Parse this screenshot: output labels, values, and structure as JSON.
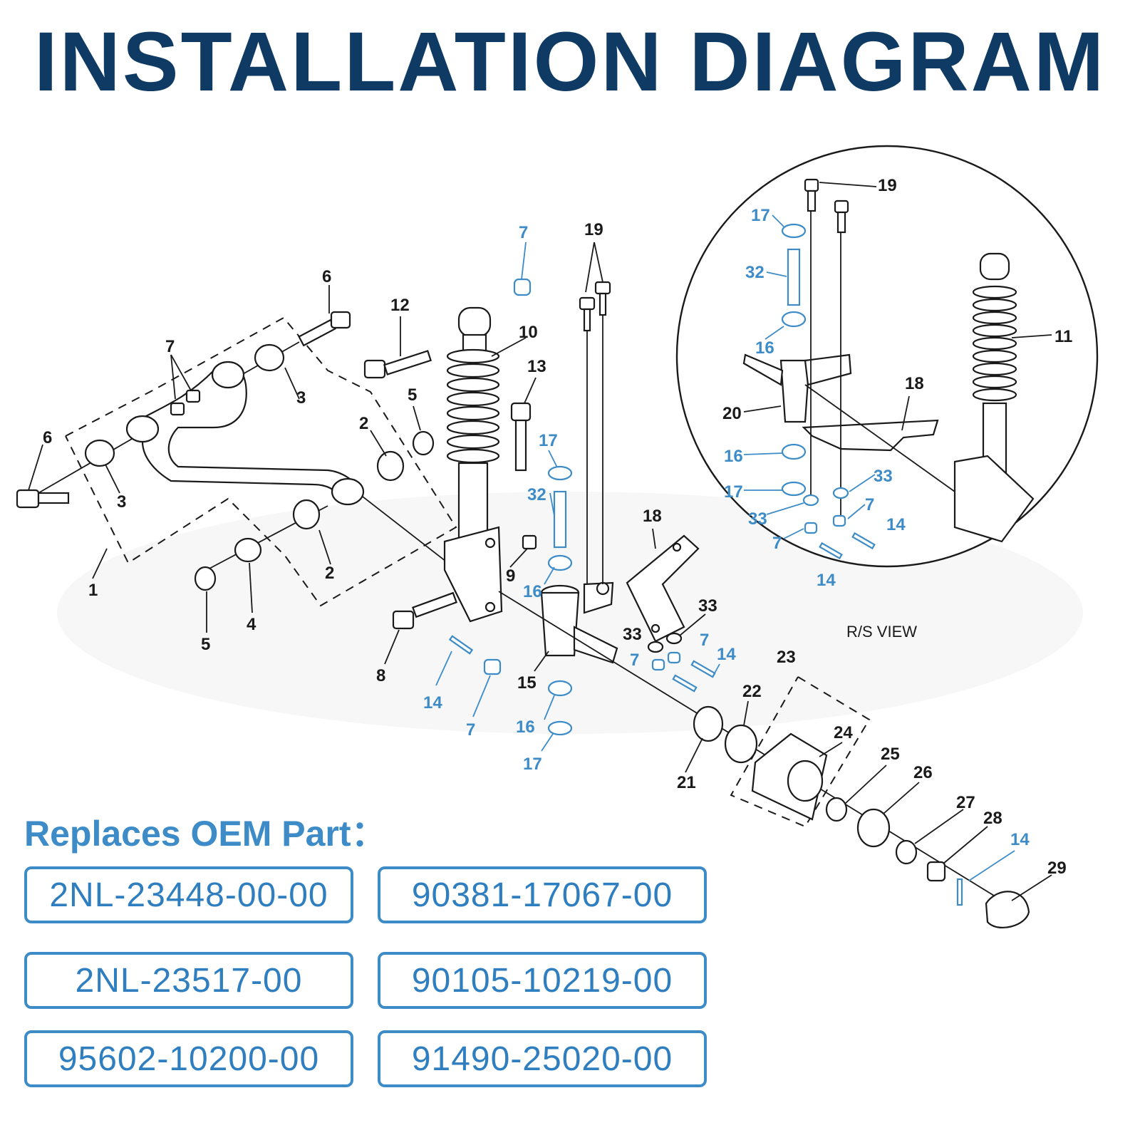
{
  "title": "INSTALLATION DIAGRAM",
  "replaces_label": "Replaces OEM Part：",
  "oem_parts": [
    "2NL-23448-00-00",
    "90381-17067-00",
    "2NL-23517-00",
    "90105-10219-00",
    "95602-10200-00",
    "91490-25020-00"
  ],
  "inset_caption": "R/S VIEW",
  "callouts_black": [
    "1",
    "2",
    "2",
    "3",
    "3",
    "4",
    "5",
    "5",
    "6",
    "6",
    "7",
    "8",
    "9",
    "10",
    "11",
    "12",
    "13",
    "15",
    "18",
    "18",
    "19",
    "19",
    "20",
    "21",
    "22",
    "23",
    "24",
    "25",
    "26",
    "27",
    "28",
    "29",
    "33",
    "33"
  ],
  "callouts_blue": [
    "7",
    "7",
    "7",
    "7",
    "7",
    "7",
    "14",
    "14",
    "14",
    "14",
    "14",
    "16",
    "16",
    "16",
    "16",
    "17",
    "17",
    "17",
    "17",
    "32",
    "32",
    "33",
    "33"
  ],
  "colors": {
    "title": "#0f3a63",
    "accent": "#3d8cc8",
    "line": "#1a1a1a"
  }
}
